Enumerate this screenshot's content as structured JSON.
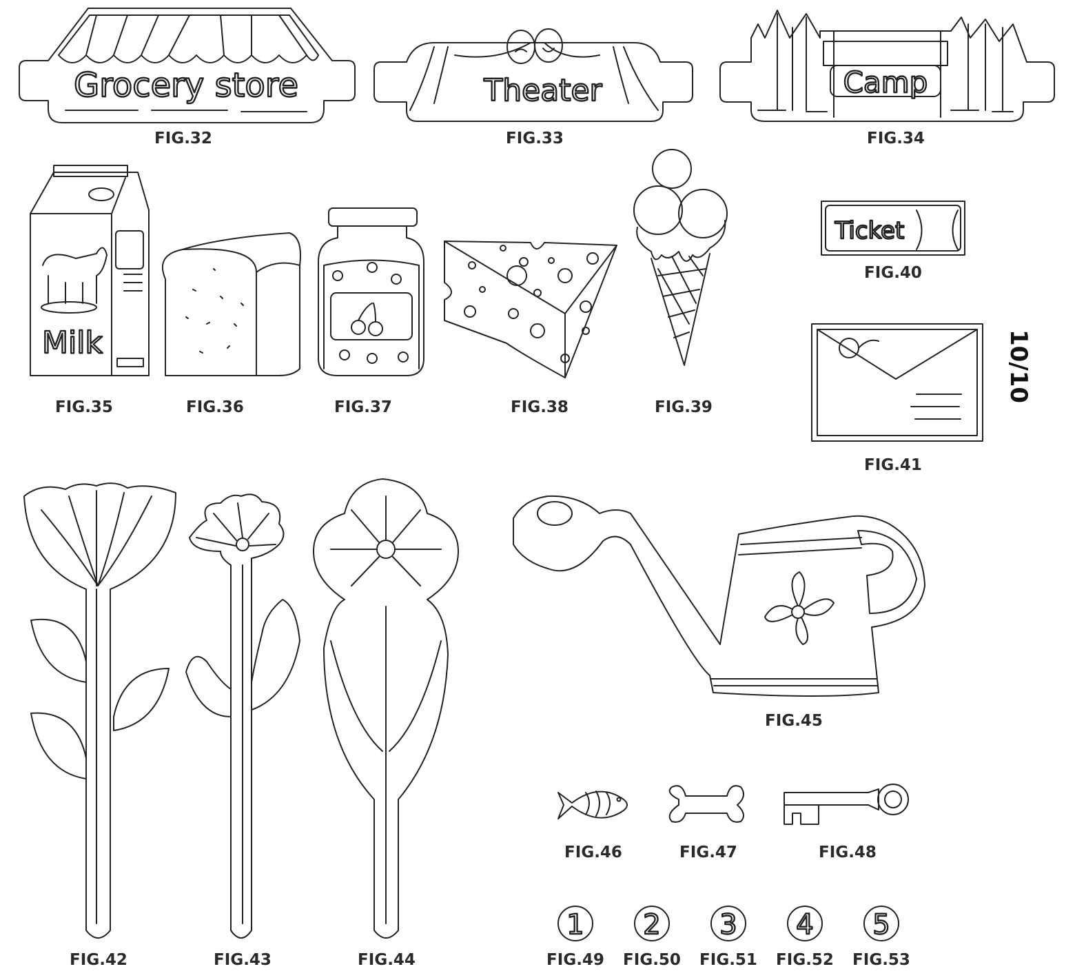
{
  "page_number": "10/10",
  "stroke_color": "#222222",
  "figures": {
    "f32": {
      "label": "FIG.32",
      "sign_text": "Grocery store"
    },
    "f33": {
      "label": "FIG.33",
      "sign_text": "Theater"
    },
    "f34": {
      "label": "FIG.34",
      "sign_text": "Camp"
    },
    "f35": {
      "label": "FIG.35",
      "sign_text": "Milk"
    },
    "f36": {
      "label": "FIG.36"
    },
    "f37": {
      "label": "FIG.37"
    },
    "f38": {
      "label": "FIG.38"
    },
    "f39": {
      "label": "FIG.39"
    },
    "f40": {
      "label": "FIG.40",
      "sign_text": "Ticket"
    },
    "f41": {
      "label": "FIG.41"
    },
    "f42": {
      "label": "FIG.42"
    },
    "f43": {
      "label": "FIG.43"
    },
    "f44": {
      "label": "FIG.44"
    },
    "f45": {
      "label": "FIG.45"
    },
    "f46": {
      "label": "FIG.46"
    },
    "f47": {
      "label": "FIG.47"
    },
    "f48": {
      "label": "FIG.48"
    },
    "f49": {
      "label": "FIG.49",
      "digit": "1"
    },
    "f50": {
      "label": "FIG.50",
      "digit": "2"
    },
    "f51": {
      "label": "FIG.51",
      "digit": "3"
    },
    "f52": {
      "label": "FIG.52",
      "digit": "4"
    },
    "f53": {
      "label": "FIG.53",
      "digit": "5"
    }
  }
}
